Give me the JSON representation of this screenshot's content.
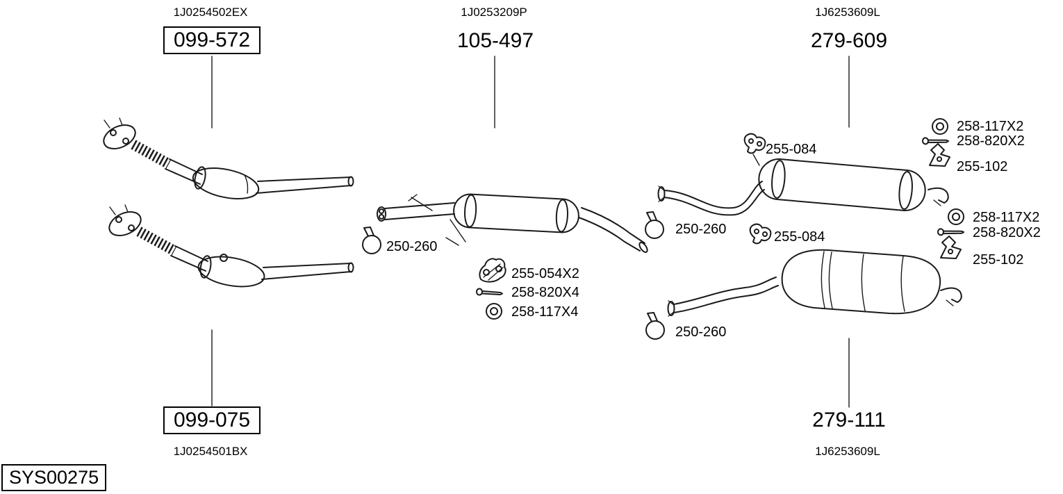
{
  "diagram": {
    "id_box": "SYS00275"
  },
  "assemblies": {
    "front_pipe_top": {
      "oem": "1J0254502EX",
      "ref": "099-572"
    },
    "front_pipe_bottom": {
      "oem": "1J0254501BX",
      "ref": "099-075"
    },
    "center_muffler": {
      "oem": "1J0253209P",
      "ref": "105-497"
    },
    "rear_muffler_top": {
      "oem": "1J6253609L",
      "ref": "279-609"
    },
    "rear_muffler_bottom": {
      "oem": "1J6253609L",
      "ref": "279-111"
    }
  },
  "hardware": {
    "clamp_center": {
      "ref": "250-260"
    },
    "clamp_rear_top": {
      "ref": "250-260"
    },
    "clamp_rear_bottom": {
      "ref": "250-260"
    },
    "hanger_rear_top": {
      "ref": "255-084"
    },
    "hanger_rear_bottom": {
      "ref": "255-084"
    },
    "center_kit": {
      "gasket": "255-054X2",
      "bolt": "258-820X4",
      "ring": "258-117X4"
    },
    "rear_top_kit": {
      "ring": "258-117X2",
      "bolt": "258-820X2",
      "bracket": "255-102"
    },
    "rear_bottom_kit": {
      "ring": "258-117X2",
      "bolt": "258-820X2",
      "bracket": "255-102"
    }
  }
}
